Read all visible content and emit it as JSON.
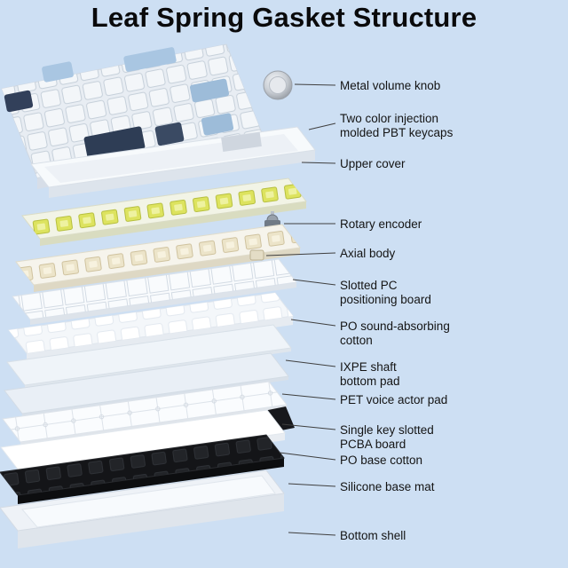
{
  "title": "Leaf Spring Gasket Structure",
  "colors": {
    "background": "#cddff3",
    "label_text": "#141414",
    "leader_line": "#3f3f3f",
    "keycap_blue": "#a9c6e2",
    "keycap_navy": "#2e3d55",
    "switch_yellow": "#dde35f",
    "switch_cream": "#ece4c9",
    "silicone_black": "#141518"
  },
  "labels": [
    {
      "text": "Metal volume knob"
    },
    {
      "text": "Two color injection\nmolded PBT keycaps"
    },
    {
      "text": "Upper cover"
    },
    {
      "text": "Rotary encoder"
    },
    {
      "text": "Axial body"
    },
    {
      "text": "Slotted PC\npositioning board"
    },
    {
      "text": "PO sound-absorbing\ncotton"
    },
    {
      "text": "IXPE shaft\nbottom pad"
    },
    {
      "text": "PET voice actor pad"
    },
    {
      "text": "Single key slotted\nPCBA board"
    },
    {
      "text": "PO base cotton"
    },
    {
      "text": "Silicone base mat"
    },
    {
      "text": "Bottom shell"
    }
  ]
}
